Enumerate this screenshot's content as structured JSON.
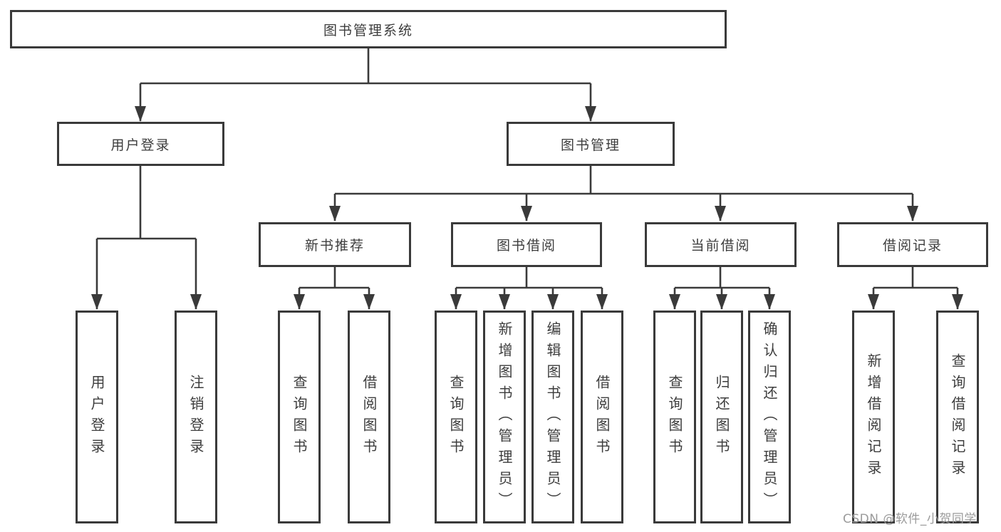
{
  "diagram": {
    "colors": {
      "line": "#3a3a3a",
      "box_border": "#3a3a3a",
      "text": "#3d3d3d",
      "watermark_text": "#9b9b9b",
      "background": "#ffffff"
    },
    "watermark": "CSDN @软件_小贺同学",
    "tree": {
      "root": "图书管理系统",
      "branches": [
        {
          "label": "用户登录",
          "children": [
            {
              "label": "用户登录"
            },
            {
              "label": "注销登录"
            }
          ]
        },
        {
          "label": "图书管理",
          "children": [
            {
              "label": "新书推荐",
              "children": [
                {
                  "label": "查询图书"
                },
                {
                  "label": "借阅图书"
                }
              ]
            },
            {
              "label": "图书借阅",
              "children": [
                {
                  "label": "查询图书"
                },
                {
                  "label": "新增图书（管理员）"
                },
                {
                  "label": "编辑图书（管理员）"
                },
                {
                  "label": "借阅图书"
                }
              ]
            },
            {
              "label": "当前借阅",
              "children": [
                {
                  "label": "查询图书"
                },
                {
                  "label": "归还图书"
                },
                {
                  "label": "确认归还（管理员）"
                }
              ]
            },
            {
              "label": "借阅记录",
              "children": [
                {
                  "label": "新增借阅记录"
                },
                {
                  "label": "查询借阅记录"
                }
              ]
            }
          ]
        }
      ]
    }
  }
}
